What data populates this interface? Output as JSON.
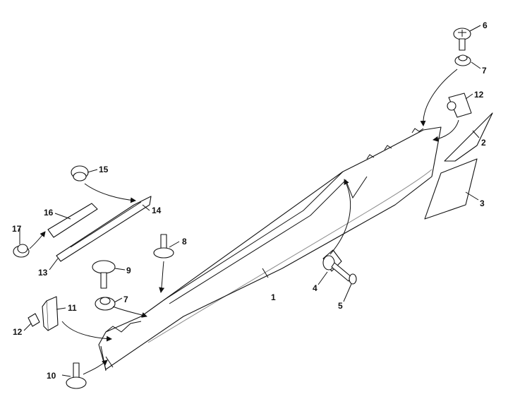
{
  "diagram": {
    "callouts": [
      "1",
      "2",
      "3",
      "4",
      "5",
      "6",
      "7",
      "7",
      "8",
      "9",
      "10",
      "11",
      "12",
      "12",
      "13",
      "14",
      "15",
      "16",
      "17"
    ]
  }
}
